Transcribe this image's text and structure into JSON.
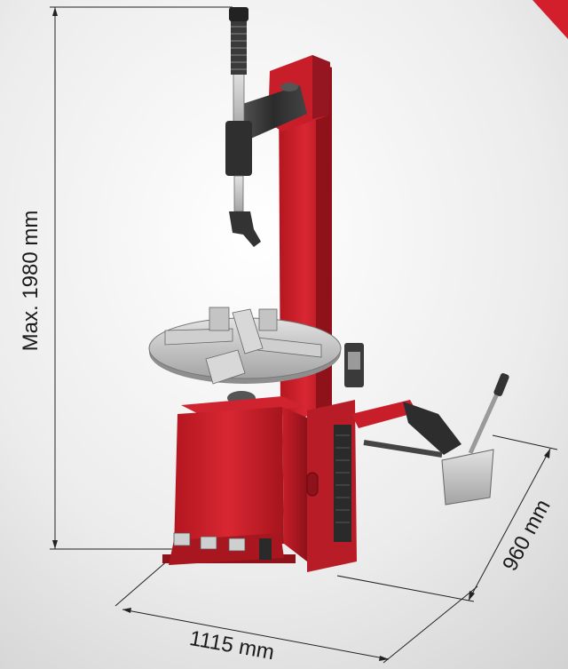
{
  "dimensions": {
    "height_label": "Max. 1980 mm",
    "width_label": "1115 mm",
    "depth_label": "960 mm"
  },
  "colors": {
    "machine_red": "#cc1f2a",
    "machine_red_dark": "#8f121b",
    "corner_accent": "#d21f2b",
    "steel": "#b8b8b8",
    "dark_metal": "#2d2d2d",
    "background_light": "#ffffff",
    "background_dark": "#d4d4d4"
  }
}
